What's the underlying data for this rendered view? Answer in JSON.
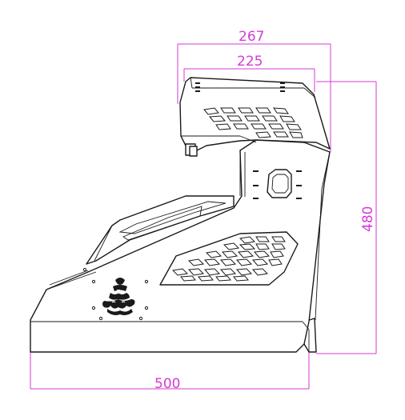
{
  "dimensions": {
    "top_outer": "267",
    "top_inner": "225",
    "height": "480",
    "width": "500"
  },
  "colors": {
    "dimension": "#d63ad6",
    "outline": "#1a1a1a"
  },
  "logo": "desert-rally-emblem"
}
